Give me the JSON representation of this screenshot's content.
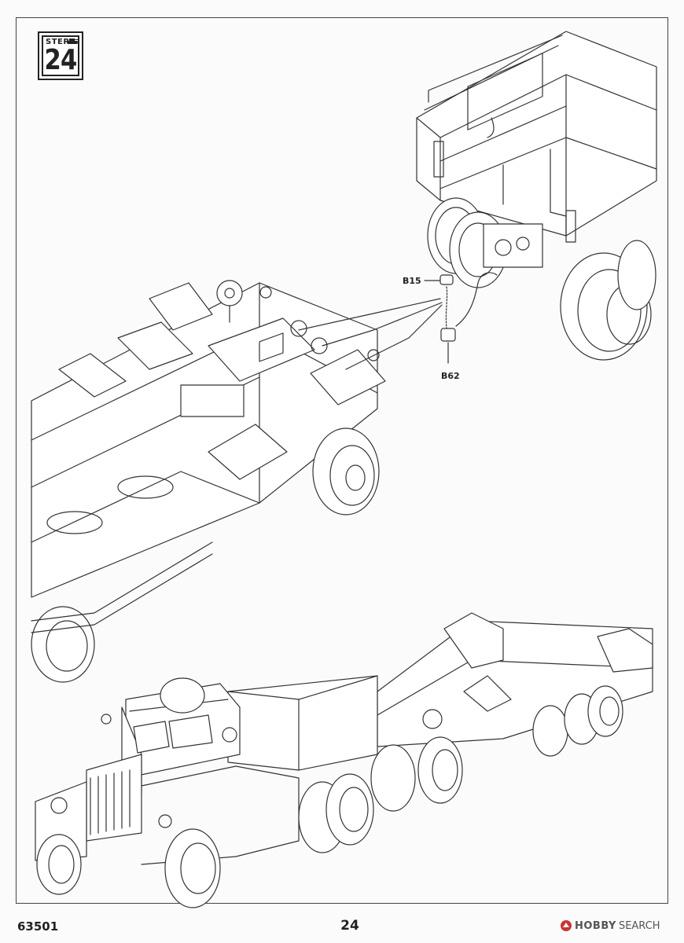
{
  "step": {
    "label": "STEP",
    "number": "24"
  },
  "callouts": {
    "b15": "B15",
    "b62": "B62"
  },
  "footer": {
    "model_code": "63501",
    "page_number": "24"
  },
  "watermark": {
    "brand": "HOBBY",
    "suffix": "SEARCH"
  },
  "colors": {
    "line": "#333333",
    "paper": "#fbfbfb"
  }
}
